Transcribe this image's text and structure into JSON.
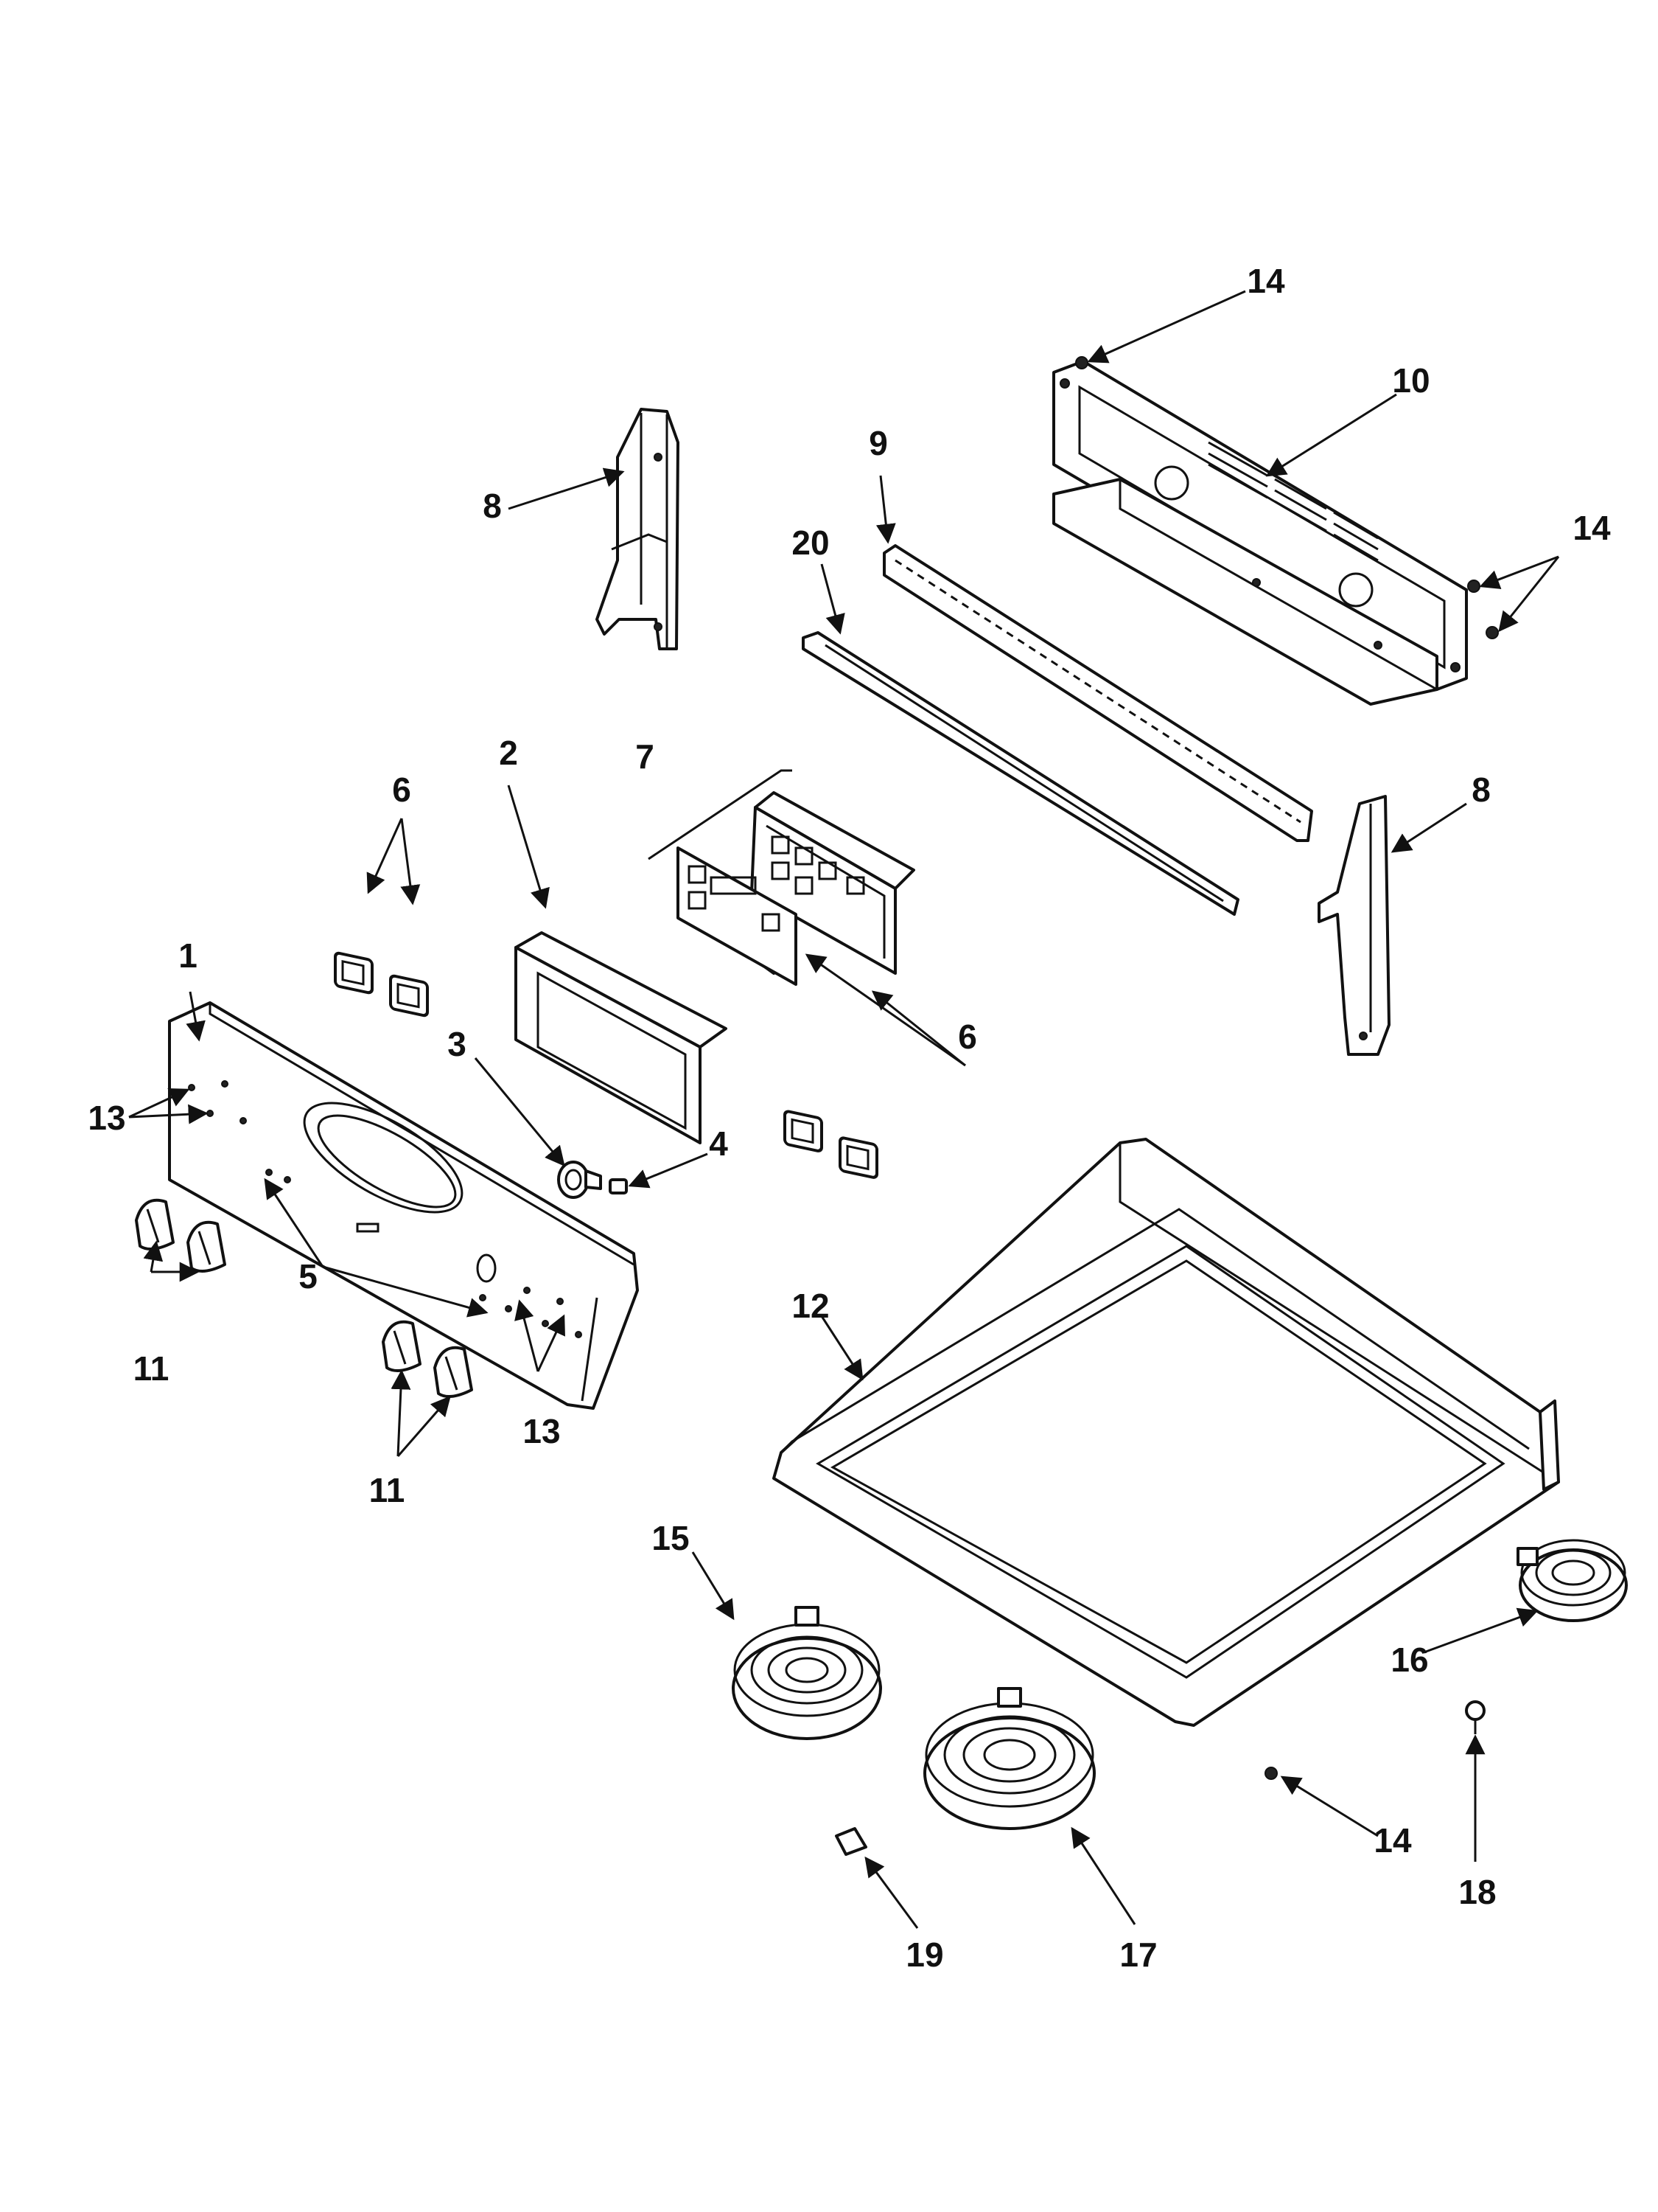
{
  "callouts": {
    "c1": "1",
    "c2": "2",
    "c3": "3",
    "c4": "4",
    "c5": "5",
    "c6a": "6",
    "c6b": "6",
    "c7": "7",
    "c8a": "8",
    "c8b": "8",
    "c9": "9",
    "c10": "10",
    "c11a": "11",
    "c11b": "11",
    "c12": "12",
    "c13a": "13",
    "c13b": "13",
    "c14a": "14",
    "c14b": "14",
    "c14c": "14",
    "c15": "15",
    "c16": "16",
    "c17": "17",
    "c18": "18",
    "c19": "19",
    "c20": "20"
  }
}
